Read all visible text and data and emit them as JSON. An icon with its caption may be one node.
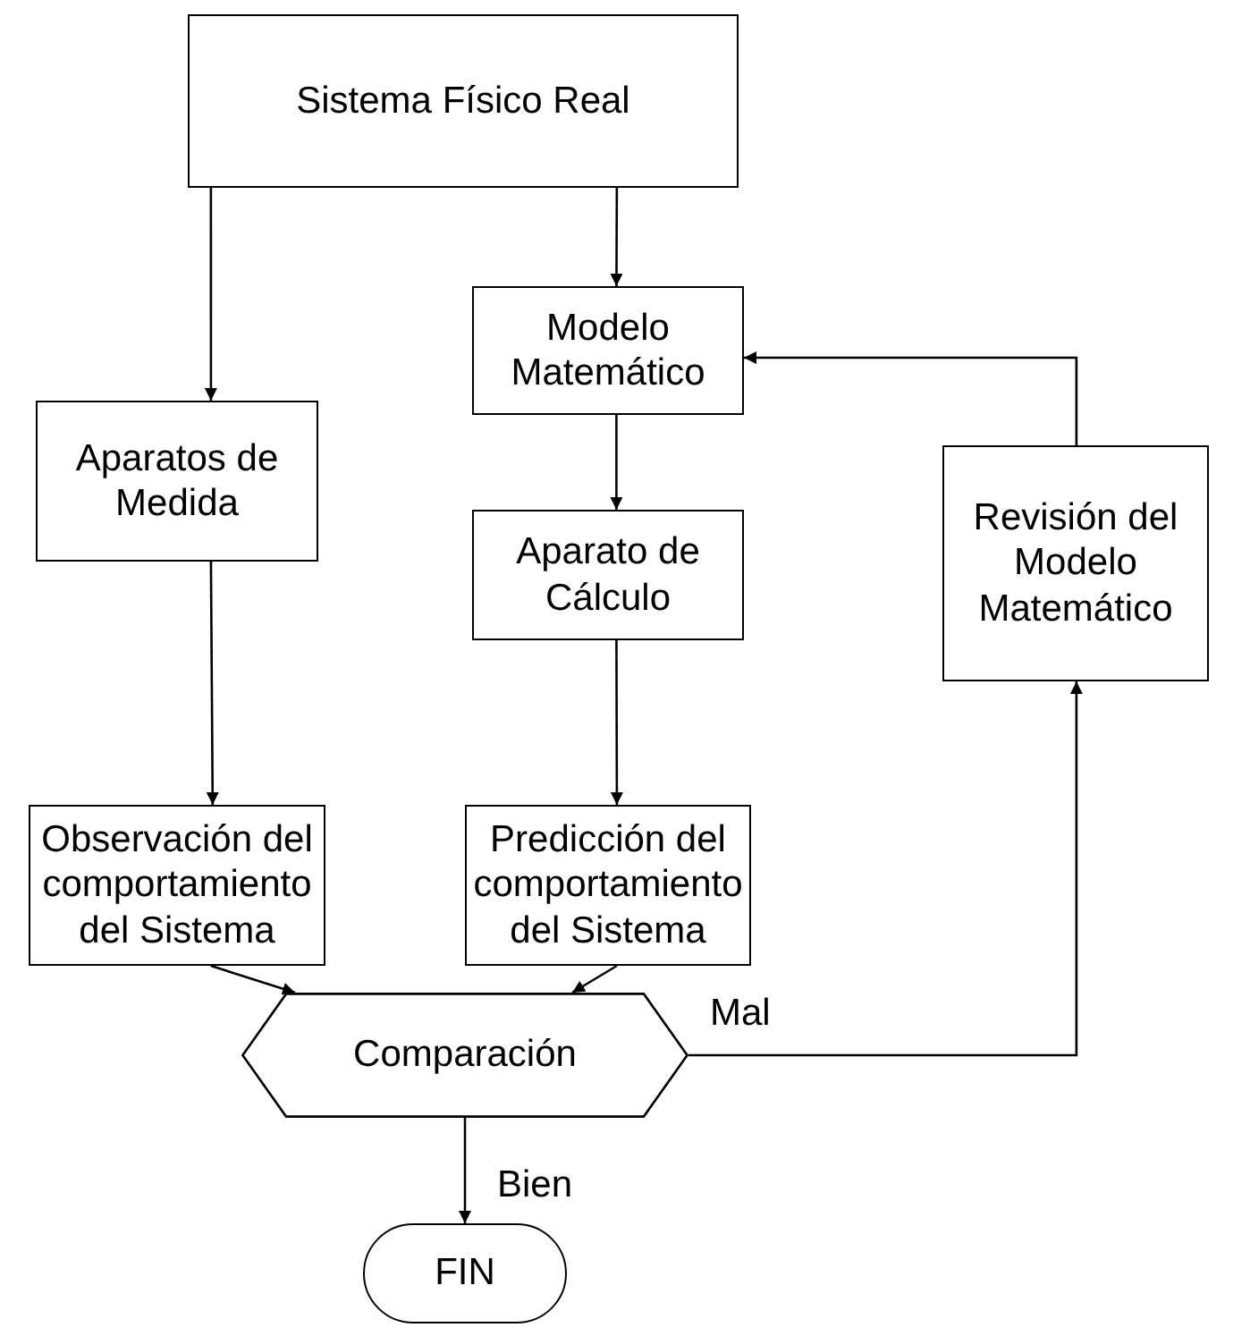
{
  "diagram": {
    "nodes": [
      {
        "text": [
          "Sistema Físico Real"
        ]
      },
      {
        "text": [
          "Aparatos de Medida"
        ]
      },
      {
        "text": [
          "Modelo Matemático"
        ]
      },
      {
        "text": [
          "Aparato de Cálculo"
        ]
      },
      {
        "text": [
          "Revisión del Modelo Matemático"
        ]
      },
      {
        "text": [
          "Observación del comportamiento del Sistema"
        ]
      },
      {
        "text": [
          "Predicción del comportamiento del Sistema"
        ]
      },
      {
        "text": [
          "Comparación"
        ]
      },
      {
        "text": [
          "FIN"
        ]
      }
    ],
    "edges": [
      {
        "from": 0,
        "to": 1,
        "arrow": "to"
      },
      {
        "from": 0,
        "to": 2,
        "arrow": "to"
      },
      {
        "from": 2,
        "to": 3,
        "arrow": "to"
      },
      {
        "from": 3,
        "to": 6,
        "arrow": "to"
      },
      {
        "from": 1,
        "to": 5,
        "arrow": "to"
      },
      {
        "from": 5,
        "to": 7,
        "arrow": "to"
      },
      {
        "from": 6,
        "to": 7,
        "arrow": "to"
      },
      {
        "from": 7,
        "to": 4,
        "arrow": "to",
        "label": "Mal"
      },
      {
        "from": 4,
        "to": 2,
        "arrow": "to"
      },
      {
        "from": 7,
        "to": 8,
        "arrow": "to",
        "label": "Bien"
      }
    ]
  }
}
